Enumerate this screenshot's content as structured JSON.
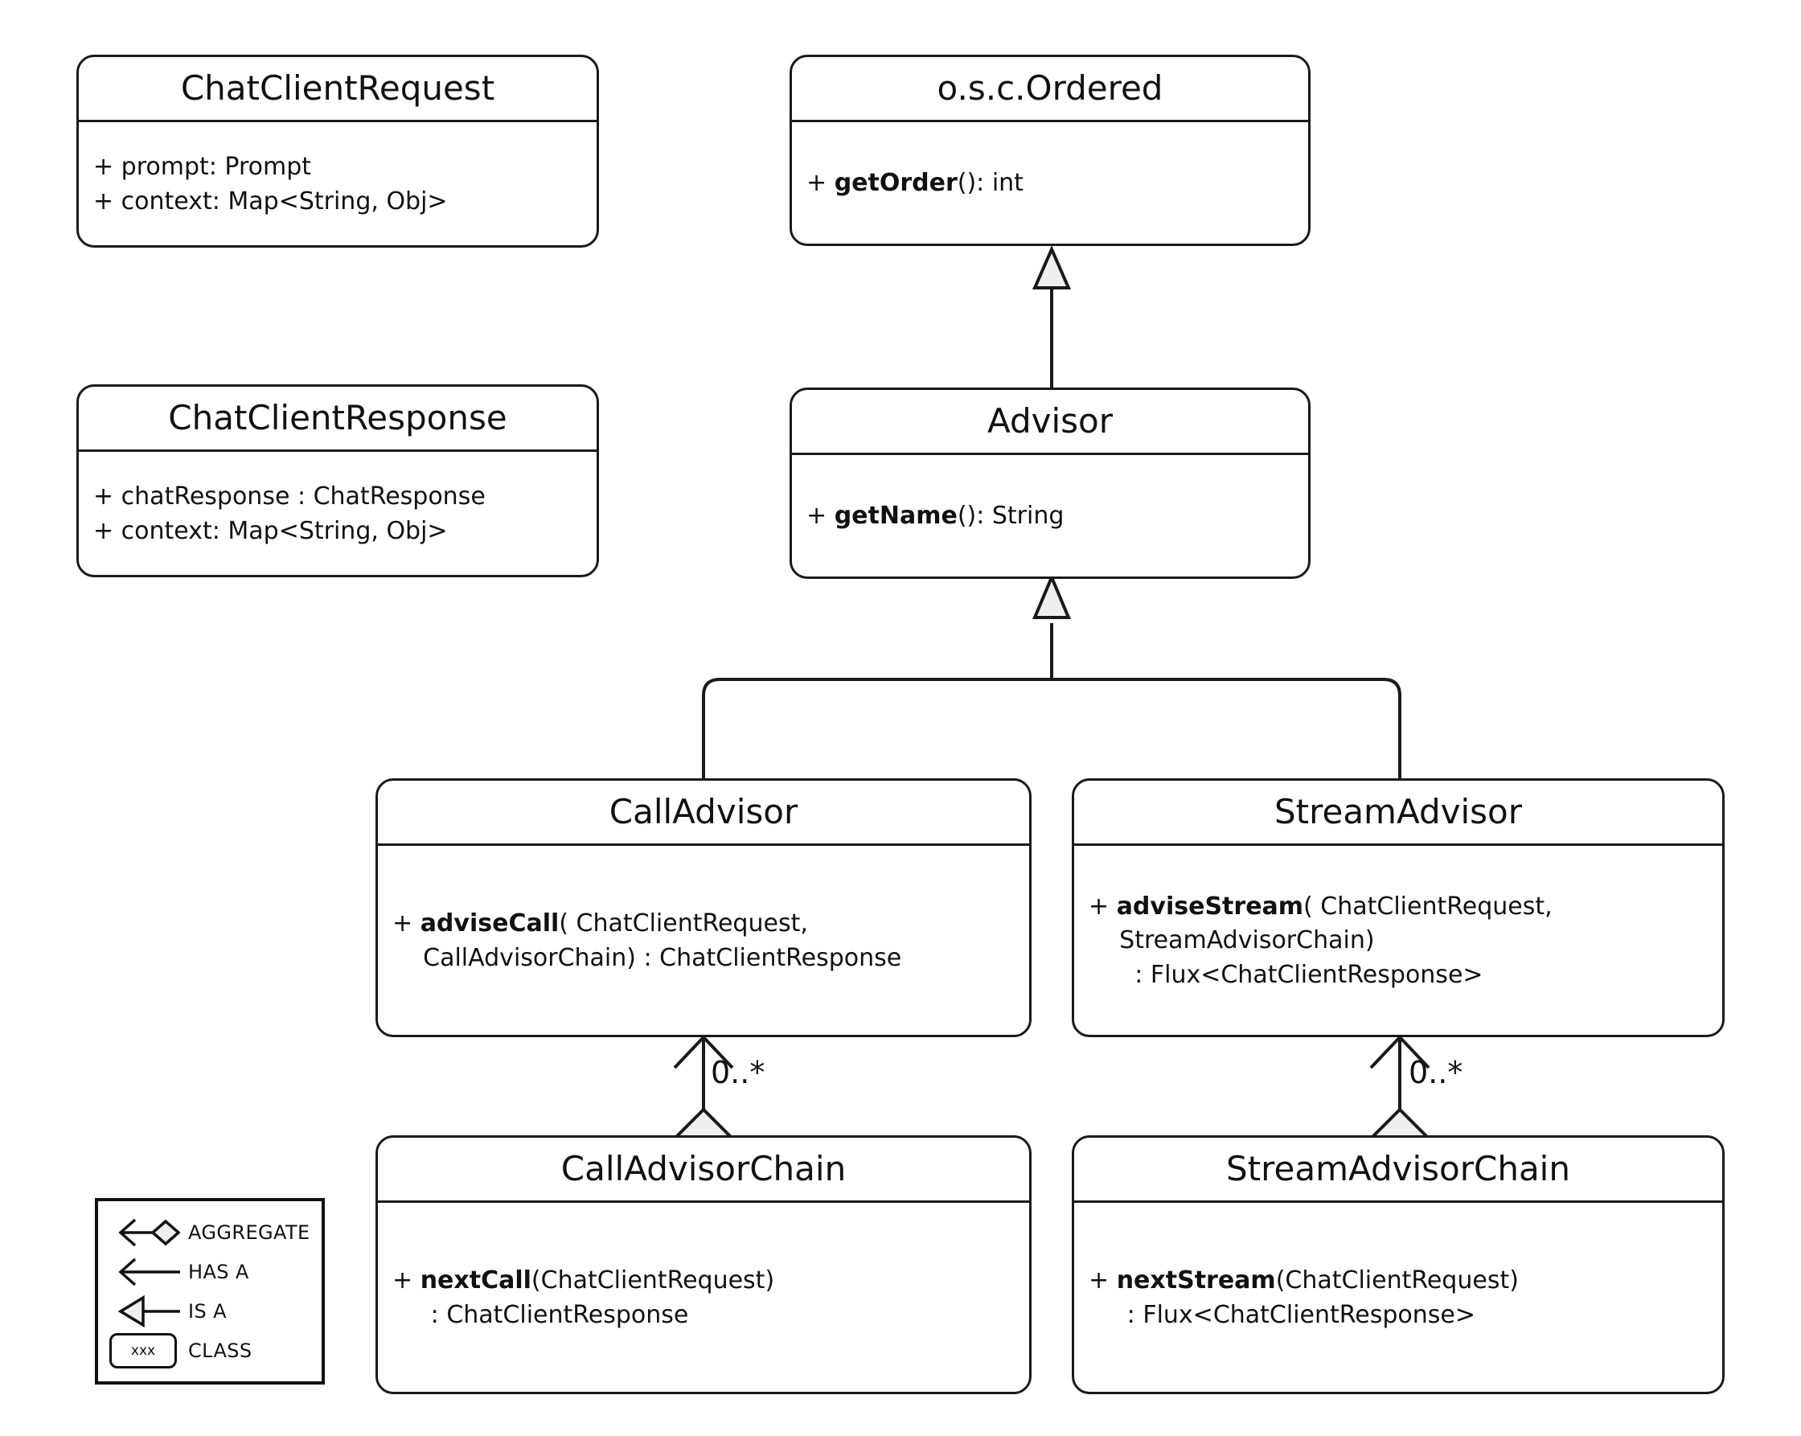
{
  "diagram": {
    "title": "Spring AI Advisor UML class diagram",
    "type": "uml-class-diagram",
    "stroke_color": "#1a1a1a",
    "fill_color": "#ffffff",
    "shape_fill": "#eeeeee"
  },
  "classes": {
    "chat_client_request": {
      "name": "ChatClientRequest",
      "members": [
        {
          "text": "+ prompt: Prompt",
          "bold_part": ""
        },
        {
          "text": "+ context: Map<String, Obj>",
          "bold_part": ""
        }
      ]
    },
    "chat_client_response": {
      "name": "ChatClientResponse",
      "members": [
        {
          "text": "+ chatResponse : ChatResponse",
          "bold_part": ""
        },
        {
          "text": "+ context: Map<String, Obj>",
          "bold_part": ""
        }
      ]
    },
    "ordered": {
      "name": "o.s.c.Ordered",
      "members": [
        {
          "prefix": "+ ",
          "bold": "getOrder",
          "suffix": "(): int"
        }
      ]
    },
    "advisor": {
      "name": "Advisor",
      "members": [
        {
          "prefix": "+ ",
          "bold": "getName",
          "suffix": "(): String"
        }
      ]
    },
    "call_advisor": {
      "name": "CallAdvisor",
      "members": [
        {
          "prefix": "+ ",
          "bold": "adviseCall",
          "suffix": "( ChatClientRequest,"
        },
        {
          "prefix": "",
          "bold": "",
          "suffix": "    CallAdvisorChain) : ChatClientResponse"
        }
      ]
    },
    "stream_advisor": {
      "name": "StreamAdvisor",
      "members": [
        {
          "prefix": "+ ",
          "bold": "adviseStream",
          "suffix": "( ChatClientRequest,"
        },
        {
          "prefix": "",
          "bold": "",
          "suffix": "    StreamAdvisorChain)"
        },
        {
          "prefix": "",
          "bold": "",
          "suffix": "      : Flux<ChatClientResponse>"
        }
      ]
    },
    "call_advisor_chain": {
      "name": "CallAdvisorChain",
      "members": [
        {
          "prefix": "+ ",
          "bold": "nextCall",
          "suffix": "(ChatClientRequest)"
        },
        {
          "prefix": "",
          "bold": "",
          "suffix": "     : ChatClientResponse"
        }
      ]
    },
    "stream_advisor_chain": {
      "name": "StreamAdvisorChain",
      "members": [
        {
          "prefix": "+ ",
          "bold": "nextStream",
          "suffix": "(ChatClientRequest)"
        },
        {
          "prefix": "",
          "bold": "",
          "suffix": "     : Flux<ChatClientResponse>"
        }
      ]
    }
  },
  "relationships": [
    {
      "id": "advisor-is-a-ordered",
      "from": "Advisor",
      "to": "o.s.c.Ordered",
      "kind": "IS A",
      "multiplicity": ""
    },
    {
      "id": "calladvisor-is-a-advisor",
      "from": "CallAdvisor",
      "to": "Advisor",
      "kind": "IS A",
      "multiplicity": ""
    },
    {
      "id": "streamadvisor-is-a-advisor",
      "from": "StreamAdvisor",
      "to": "Advisor",
      "kind": "IS A",
      "multiplicity": ""
    },
    {
      "id": "calladvisorchain-aggregates-calladvisor",
      "from": "CallAdvisorChain",
      "to": "CallAdvisor",
      "kind": "AGGREGATE",
      "multiplicity": "0..*"
    },
    {
      "id": "streamadvisorchain-aggregates-streamadvisor",
      "from": "StreamAdvisorChain",
      "to": "StreamAdvisor",
      "kind": "AGGREGATE",
      "multiplicity": "0..*"
    }
  ],
  "multiplicity_labels": {
    "call_chain": "0..*",
    "stream_chain": "0..*"
  },
  "legend": {
    "rows": [
      {
        "symbol": "aggregate-arrow-diamond-icon",
        "label": "AGGREGATE"
      },
      {
        "symbol": "plain-arrow-icon",
        "label": "HAS A"
      },
      {
        "symbol": "hollow-triangle-arrow-icon",
        "label": "IS A"
      },
      {
        "symbol": "rounded-class-box-icon",
        "label": "CLASS"
      }
    ],
    "class_box_placeholder": "xxx"
  }
}
